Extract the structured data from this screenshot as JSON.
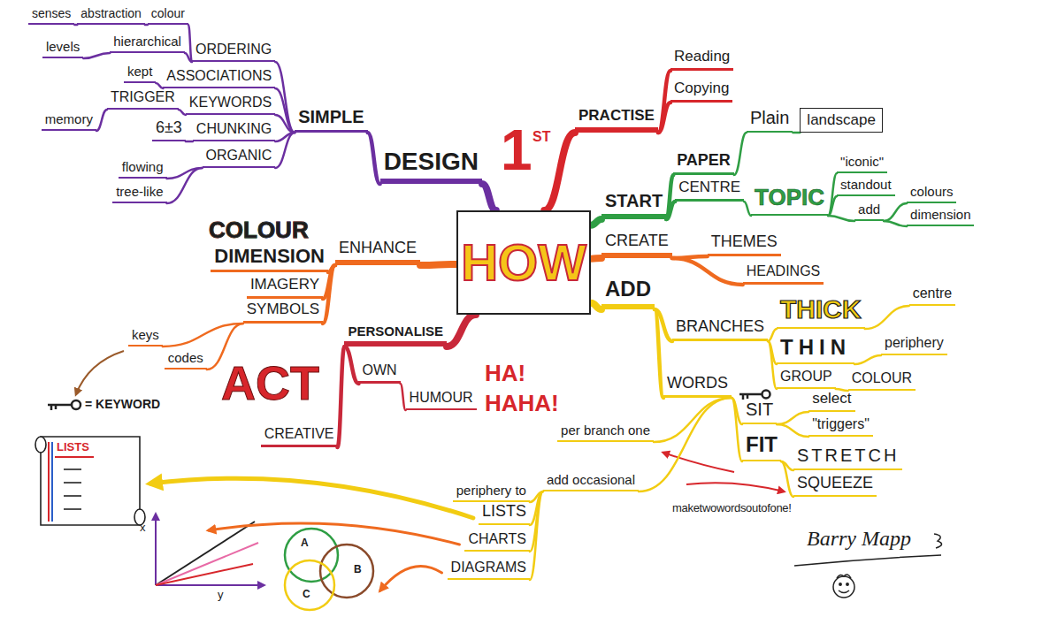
{
  "diagram": {
    "nodes": [
      {
        "text": [
          "HOW"
        ]
      },
      {
        "text": [
          "DESIGN"
        ]
      },
      {
        "text": [
          "SIMPLE"
        ]
      },
      {
        "text": [
          "ORDERING"
        ]
      },
      {
        "text": [
          "colour"
        ]
      },
      {
        "text": [
          "abstraction"
        ]
      },
      {
        "text": [
          "senses"
        ]
      },
      {
        "text": [
          "hierarchical"
        ]
      },
      {
        "text": [
          "levels"
        ]
      },
      {
        "text": [
          "ASSOCIATIONS"
        ]
      },
      {
        "text": [
          "kept"
        ]
      },
      {
        "text": [
          "KEYWORDS"
        ]
      },
      {
        "text": [
          "TRIGGER"
        ]
      },
      {
        "text": [
          "memory"
        ]
      },
      {
        "text": [
          "CHUNKING"
        ]
      },
      {
        "text": [
          "6±3"
        ]
      },
      {
        "text": [
          "ORGANIC"
        ]
      },
      {
        "text": [
          "flowing"
        ]
      },
      {
        "text": [
          "tree-like"
        ]
      },
      {
        "text": [
          "PRACTISE"
        ]
      },
      {
        "text": [
          "Reading"
        ]
      },
      {
        "text": [
          "Copying"
        ]
      },
      {
        "text": [
          "START"
        ]
      },
      {
        "text": [
          "PAPER"
        ]
      },
      {
        "text": [
          "Plain"
        ]
      },
      {
        "text": [
          "landscape"
        ]
      },
      {
        "text": [
          "CENTRE"
        ]
      },
      {
        "text": [
          "TOPIC"
        ]
      },
      {
        "text": [
          "\"iconic\""
        ]
      },
      {
        "text": [
          "standout"
        ]
      },
      {
        "text": [
          "add"
        ]
      },
      {
        "text": [
          "colours"
        ]
      },
      {
        "text": [
          "dimension"
        ]
      },
      {
        "text": [
          "CREATE"
        ]
      },
      {
        "text": [
          "THEMES"
        ]
      },
      {
        "text": [
          "HEADINGS"
        ]
      },
      {
        "text": [
          "ADD"
        ]
      },
      {
        "text": [
          "BRANCHES"
        ]
      },
      {
        "text": [
          "THICK"
        ]
      },
      {
        "text": [
          "centre"
        ]
      },
      {
        "text": [
          "THIN"
        ]
      },
      {
        "text": [
          "periphery"
        ]
      },
      {
        "text": [
          "GROUP"
        ]
      },
      {
        "text": [
          "COLOUR"
        ]
      },
      {
        "text": [
          "WORDS"
        ]
      },
      {
        "text": [
          "SIT"
        ]
      },
      {
        "text": [
          "select"
        ]
      },
      {
        "text": [
          "\"triggers\""
        ]
      },
      {
        "text": [
          "FIT"
        ]
      },
      {
        "text": [
          "STRETCH"
        ]
      },
      {
        "text": [
          "SQUEEZE"
        ]
      },
      {
        "text": [
          "per branch one"
        ]
      },
      {
        "text": [
          "add occasional"
        ]
      },
      {
        "text": [
          "periphery to"
        ]
      },
      {
        "text": [
          "LISTS"
        ]
      },
      {
        "text": [
          "CHARTS"
        ]
      },
      {
        "text": [
          "DIAGRAMS"
        ]
      },
      {
        "text": [
          "PERSONALISE"
        ]
      },
      {
        "text": [
          "CREATIVE"
        ]
      },
      {
        "text": [
          "OWN"
        ]
      },
      {
        "text": [
          "HUMOUR"
        ]
      },
      {
        "text": [
          "ENHANCE"
        ]
      },
      {
        "text": [
          "DIMENSION"
        ]
      },
      {
        "text": [
          "IMAGERY"
        ]
      },
      {
        "text": [
          "SYMBOLS"
        ]
      },
      {
        "text": [
          "keys"
        ]
      },
      {
        "text": [
          "codes"
        ]
      }
    ],
    "edges": [
      {
        "from": 0,
        "to": 1,
        "arrow": "none"
      },
      {
        "from": 1,
        "to": 2,
        "arrow": "none"
      },
      {
        "from": 2,
        "to": 3,
        "arrow": "none"
      },
      {
        "from": 3,
        "to": 4,
        "arrow": "none"
      },
      {
        "from": 4,
        "to": 5,
        "arrow": "none"
      },
      {
        "from": 5,
        "to": 6,
        "arrow": "none"
      },
      {
        "from": 3,
        "to": 7,
        "arrow": "none"
      },
      {
        "from": 7,
        "to": 8,
        "arrow": "none"
      },
      {
        "from": 2,
        "to": 9,
        "arrow": "none"
      },
      {
        "from": 9,
        "to": 10,
        "arrow": "none"
      },
      {
        "from": 2,
        "to": 11,
        "arrow": "none"
      },
      {
        "from": 11,
        "to": 12,
        "arrow": "none"
      },
      {
        "from": 12,
        "to": 13,
        "arrow": "none"
      },
      {
        "from": 2,
        "to": 14,
        "arrow": "none"
      },
      {
        "from": 14,
        "to": 15,
        "arrow": "none"
      },
      {
        "from": 2,
        "to": 16,
        "arrow": "none"
      },
      {
        "from": 16,
        "to": 17,
        "arrow": "none"
      },
      {
        "from": 16,
        "to": 18,
        "arrow": "none"
      },
      {
        "from": 0,
        "to": 19,
        "arrow": "none"
      },
      {
        "from": 19,
        "to": 20,
        "arrow": "none"
      },
      {
        "from": 19,
        "to": 21,
        "arrow": "none"
      },
      {
        "from": 0,
        "to": 22,
        "arrow": "none"
      },
      {
        "from": 22,
        "to": 23,
        "arrow": "none"
      },
      {
        "from": 23,
        "to": 24,
        "arrow": "none"
      },
      {
        "from": 24,
        "to": 25,
        "arrow": "none"
      },
      {
        "from": 22,
        "to": 26,
        "arrow": "none"
      },
      {
        "from": 26,
        "to": 27,
        "arrow": "none"
      },
      {
        "from": 27,
        "to": 28,
        "arrow": "none"
      },
      {
        "from": 27,
        "to": 29,
        "arrow": "none"
      },
      {
        "from": 27,
        "to": 30,
        "arrow": "none"
      },
      {
        "from": 30,
        "to": 31,
        "arrow": "none"
      },
      {
        "from": 30,
        "to": 32,
        "arrow": "none"
      },
      {
        "from": 0,
        "to": 33,
        "arrow": "none"
      },
      {
        "from": 33,
        "to": 34,
        "arrow": "none"
      },
      {
        "from": 33,
        "to": 35,
        "arrow": "none"
      },
      {
        "from": 0,
        "to": 36,
        "arrow": "none"
      },
      {
        "from": 36,
        "to": 37,
        "arrow": "none"
      },
      {
        "from": 37,
        "to": 38,
        "arrow": "none"
      },
      {
        "from": 38,
        "to": 39,
        "arrow": "none"
      },
      {
        "from": 37,
        "to": 40,
        "arrow": "none"
      },
      {
        "from": 40,
        "to": 41,
        "arrow": "none"
      },
      {
        "from": 37,
        "to": 42,
        "arrow": "none"
      },
      {
        "from": 42,
        "to": 43,
        "arrow": "none"
      },
      {
        "from": 36,
        "to": 44,
        "arrow": "none"
      },
      {
        "from": 44,
        "to": 45,
        "arrow": "none"
      },
      {
        "from": 45,
        "to": 46,
        "arrow": "none"
      },
      {
        "from": 45,
        "to": 47,
        "arrow": "none"
      },
      {
        "from": 44,
        "to": 48,
        "arrow": "none"
      },
      {
        "from": 48,
        "to": 49,
        "arrow": "none"
      },
      {
        "from": 48,
        "to": 50,
        "arrow": "none"
      },
      {
        "from": 44,
        "to": 51,
        "arrow": "none"
      },
      {
        "from": 44,
        "to": 52,
        "arrow": "none"
      },
      {
        "from": 52,
        "to": 53,
        "arrow": "none"
      },
      {
        "from": 52,
        "to": 54,
        "arrow": "none"
      },
      {
        "from": 52,
        "to": 55,
        "arrow": "none"
      },
      {
        "from": 52,
        "to": 56,
        "arrow": "none"
      },
      {
        "from": 0,
        "to": 57,
        "arrow": "none"
      },
      {
        "from": 57,
        "to": 58,
        "arrow": "none"
      },
      {
        "from": 57,
        "to": 59,
        "arrow": "none"
      },
      {
        "from": 59,
        "to": 60,
        "arrow": "none"
      },
      {
        "from": 0,
        "to": 61,
        "arrow": "none"
      },
      {
        "from": 61,
        "to": 62,
        "arrow": "none"
      },
      {
        "from": 61,
        "to": 63,
        "arrow": "none"
      },
      {
        "from": 61,
        "to": 64,
        "arrow": "none"
      },
      {
        "from": 64,
        "to": 65,
        "arrow": "none"
      },
      {
        "from": 64,
        "to": 66,
        "arrow": "none"
      }
    ],
    "labels": [
      "1",
      "ST",
      "ACT",
      "HA!",
      "HAHA!",
      "COLOUR",
      "= KEYWORD",
      "LISTS",
      "x",
      "y",
      "A",
      "B",
      "C",
      "maketwowordsoutofone!",
      "Barry Mapp"
    ]
  }
}
